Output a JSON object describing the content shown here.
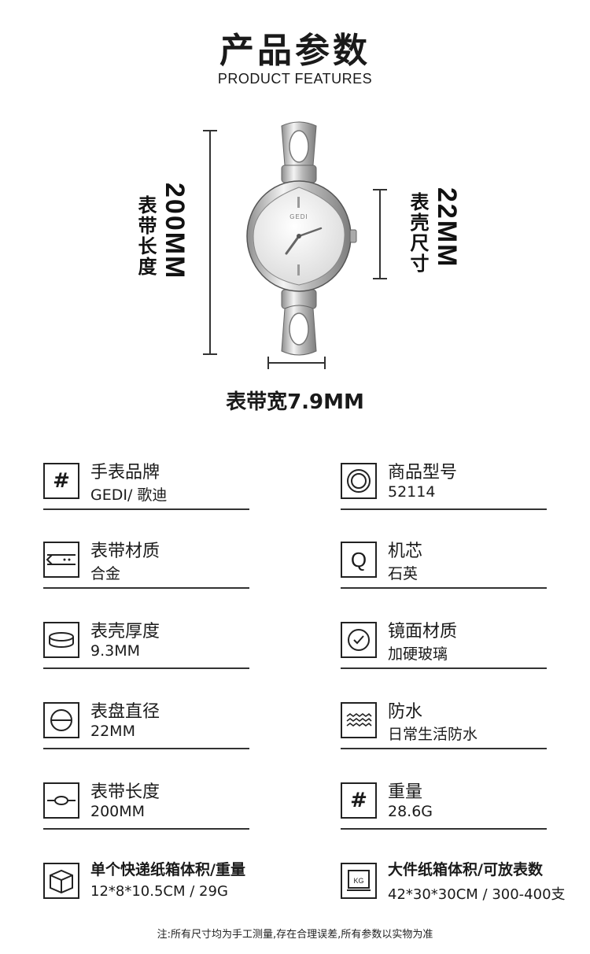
{
  "header": {
    "title_cn": "产品参数",
    "title_en": "PRODUCT FEATURES"
  },
  "dimensions": {
    "band_length_label": "表带长度",
    "band_length_value": "200MM",
    "case_size_label": "表壳尺寸",
    "case_size_value": "22MM",
    "band_width": "表带宽7.9MM"
  },
  "watch": {
    "brand_mark": "GEDI"
  },
  "specs": [
    {
      "label": "手表品牌",
      "value": "GEDI/ 歌迪",
      "icon": "hash-icon"
    },
    {
      "label": "商品型号",
      "value": "52114",
      "icon": "double-circle-icon"
    },
    {
      "label": "表带材质",
      "value": "合金",
      "icon": "strap-icon"
    },
    {
      "label": "机芯",
      "value": "石英",
      "icon": "q-letter-icon"
    },
    {
      "label": "表壳厚度",
      "value": "9.3MM",
      "icon": "case-thickness-icon"
    },
    {
      "label": "镜面材质",
      "value": "加硬玻璃",
      "icon": "checkmark-circle-icon"
    },
    {
      "label": "表盘直径",
      "value": "22MM",
      "icon": "diameter-icon"
    },
    {
      "label": "防水",
      "value": "日常生活防水",
      "icon": "water-wave-icon"
    },
    {
      "label": "表带长度",
      "value": "200MM",
      "icon": "strap-length-icon"
    },
    {
      "label": "重量",
      "value": "28.6G",
      "icon": "hash-icon"
    },
    {
      "label": "单个快递纸箱体积/重量",
      "value": "12*8*10.5CM / 29G",
      "icon": "box-icon"
    },
    {
      "label": "大件纸箱体积/可放表数",
      "value": "42*30*30CM / 300-400支",
      "icon": "scale-kg-icon"
    }
  ],
  "scale_icon_text": "KG",
  "footnote": "注:所有尺寸均为手工测量,存在合理误差,所有参数以实物为准",
  "colors": {
    "text": "#1a1a1a",
    "lines": "#333333",
    "silver": "#c8c8c8"
  }
}
